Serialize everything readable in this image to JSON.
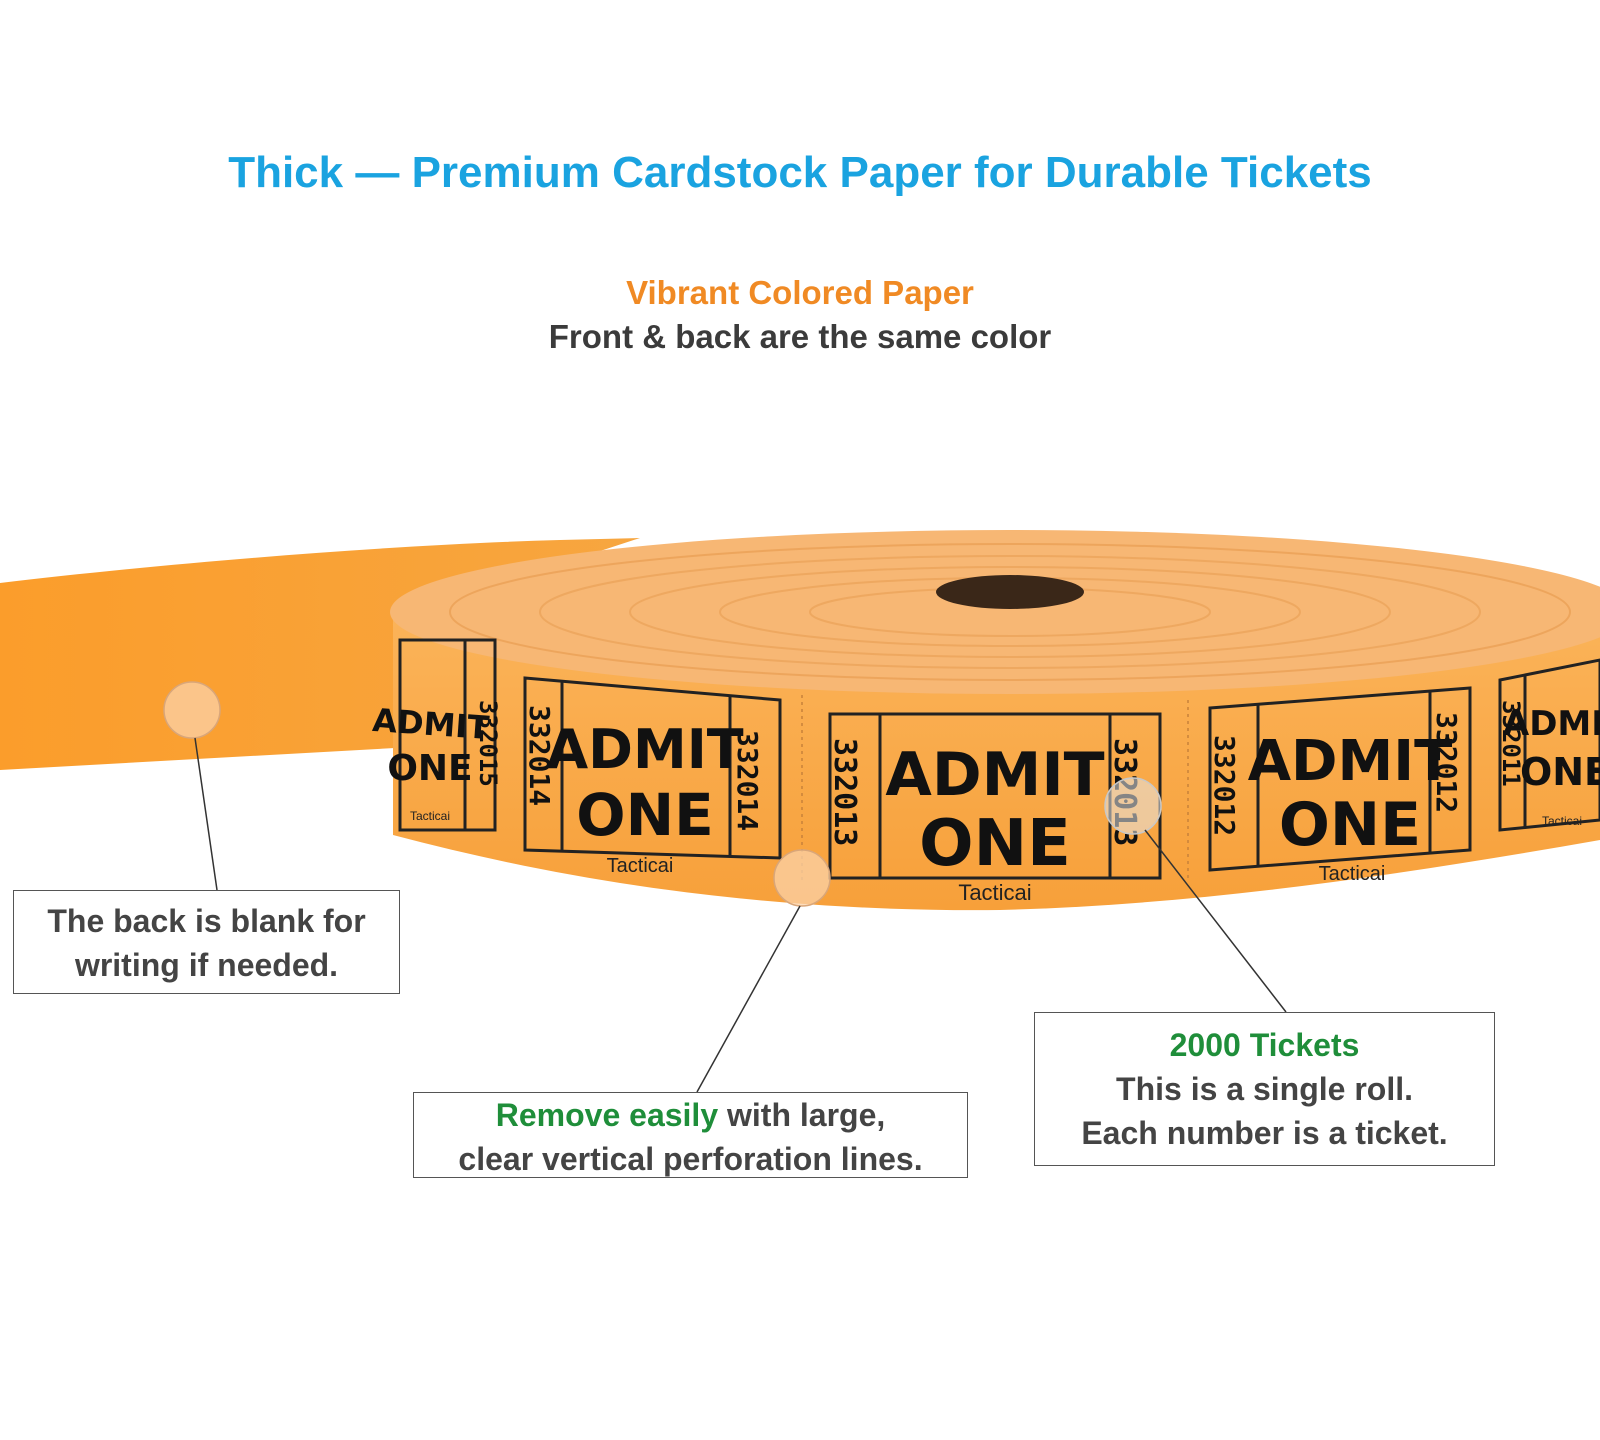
{
  "headline": "Thick — Premium Cardstock Paper for Durable Tickets",
  "subheading": {
    "accent": "Vibrant Colored Paper",
    "body": "Front & back are the same color"
  },
  "tickets": [
    {
      "number": "332015",
      "title_line1": "ADMIT",
      "title_line2": "ONE",
      "brand": "Tacticai"
    },
    {
      "number": "332014",
      "title_line1": "ADMIT",
      "title_line2": "ONE",
      "brand": "Tacticai"
    },
    {
      "number": "332013",
      "title_line1": "ADMIT",
      "title_line2": "ONE",
      "brand": "Tacticai"
    },
    {
      "number": "332012",
      "title_line1": "ADMIT",
      "title_line2": "ONE",
      "brand": "Tacticai"
    },
    {
      "number": "332011",
      "title_line1": "ADMIT",
      "title_line2": "ONE",
      "brand": "Tacticai"
    }
  ],
  "callouts": {
    "back_blank": {
      "line1": "The back is blank for",
      "line2": "writing if needed."
    },
    "remove": {
      "highlight": "Remove easily",
      "rest": " with large,",
      "line2": "clear vertical perforation lines."
    },
    "count": {
      "highlight": "2000 Tickets",
      "line1": "This is a single roll.",
      "line2": "Each number is a ticket."
    }
  },
  "colors": {
    "headline": "#1aa3e0",
    "accent_orange": "#f08a24",
    "highlight_green": "#1f8e3a",
    "paper_orange": "#f9a23b"
  }
}
